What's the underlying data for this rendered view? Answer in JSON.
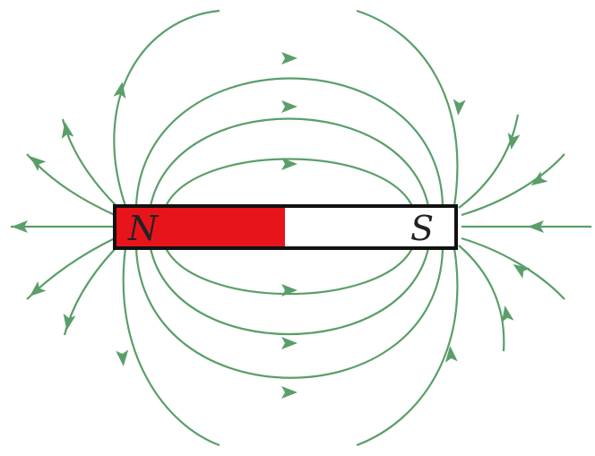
{
  "magnet": {
    "north_label": "N",
    "south_label": "S",
    "north_color": "#e8141c",
    "south_color": "#ffffff",
    "outline_color": "#111111"
  },
  "field": {
    "line_color": "#5a9e6a",
    "direction": "north-to-south"
  }
}
